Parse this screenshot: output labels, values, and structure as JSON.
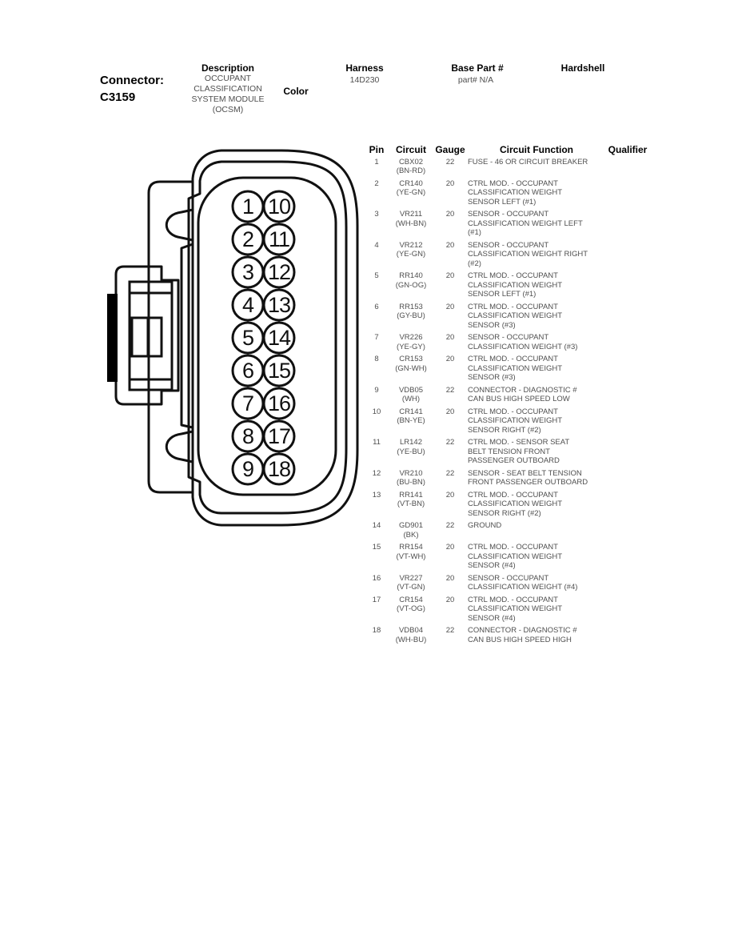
{
  "header": {
    "connector_label": "Connector:",
    "connector_id": "C3159",
    "description_label": "Description",
    "description_value": "OCCUPANT\nCLASSIFICATION\nSYSTEM MODULE\n(OCSM)",
    "color_label": "Color",
    "harness_label": "Harness",
    "harness_value": "14D230",
    "base_part_label": "Base Part #",
    "base_part_value": "part# N/A",
    "hardshell_label": "Hardshell"
  },
  "connector_diagram": {
    "left_column_pins": [
      "1",
      "2",
      "3",
      "4",
      "5",
      "6",
      "7",
      "8",
      "9"
    ],
    "right_column_pins": [
      "10",
      "11",
      "12",
      "13",
      "14",
      "15",
      "16",
      "17",
      "18"
    ],
    "line_color": "#111111",
    "seal_color": "#000000"
  },
  "table": {
    "columns": [
      "Pin",
      "Circuit",
      "Gauge",
      "Circuit Function",
      "Qualifier"
    ],
    "rows": [
      {
        "pin": "1",
        "circuit": "CBX02\n(BN-RD)",
        "gauge": "22",
        "function": "FUSE - 46 OR CIRCUIT BREAKER",
        "qualifier": ""
      },
      {
        "pin": "2",
        "circuit": "CR140\n(YE-GN)",
        "gauge": "20",
        "function": "CTRL MOD. - OCCUPANT\nCLASSIFICATION WEIGHT\nSENSOR LEFT (#1)",
        "qualifier": ""
      },
      {
        "pin": "3",
        "circuit": "VR211\n(WH-BN)",
        "gauge": "20",
        "function": "SENSOR - OCCUPANT\nCLASSIFICATION WEIGHT LEFT\n(#1)",
        "qualifier": ""
      },
      {
        "pin": "4",
        "circuit": "VR212\n(YE-GN)",
        "gauge": "20",
        "function": "SENSOR - OCCUPANT\nCLASSIFICATION WEIGHT RIGHT\n(#2)",
        "qualifier": ""
      },
      {
        "pin": "5",
        "circuit": "RR140\n(GN-OG)",
        "gauge": "20",
        "function": "CTRL MOD. - OCCUPANT\nCLASSIFICATION WEIGHT\nSENSOR LEFT (#1)",
        "qualifier": ""
      },
      {
        "pin": "6",
        "circuit": "RR153\n(GY-BU)",
        "gauge": "20",
        "function": "CTRL MOD. - OCCUPANT\nCLASSIFICATION WEIGHT\nSENSOR (#3)",
        "qualifier": ""
      },
      {
        "pin": "7",
        "circuit": "VR226\n(YE-GY)",
        "gauge": "20",
        "function": "SENSOR - OCCUPANT\nCLASSIFICATION WEIGHT (#3)",
        "qualifier": ""
      },
      {
        "pin": "8",
        "circuit": "CR153\n(GN-WH)",
        "gauge": "20",
        "function": "CTRL MOD. - OCCUPANT\nCLASSIFICATION WEIGHT\nSENSOR (#3)",
        "qualifier": ""
      },
      {
        "pin": "9",
        "circuit": "VDB05\n(WH)",
        "gauge": "22",
        "function": "CONNECTOR - DIAGNOSTIC #\nCAN BUS HIGH SPEED LOW",
        "qualifier": ""
      },
      {
        "pin": "10",
        "circuit": "CR141\n(BN-YE)",
        "gauge": "20",
        "function": "CTRL MOD. - OCCUPANT\nCLASSIFICATION WEIGHT\nSENSOR RIGHT (#2)",
        "qualifier": ""
      },
      {
        "pin": "11",
        "circuit": "LR142\n(YE-BU)",
        "gauge": "22",
        "function": "CTRL MOD. - SENSOR SEAT\nBELT TENSION FRONT\nPASSENGER OUTBOARD",
        "qualifier": ""
      },
      {
        "pin": "12",
        "circuit": "VR210\n(BU-BN)",
        "gauge": "22",
        "function": "SENSOR - SEAT BELT TENSION\nFRONT PASSENGER OUTBOARD",
        "qualifier": ""
      },
      {
        "pin": "13",
        "circuit": "RR141\n(VT-BN)",
        "gauge": "20",
        "function": "CTRL MOD. - OCCUPANT\nCLASSIFICATION WEIGHT\nSENSOR RIGHT (#2)",
        "qualifier": ""
      },
      {
        "pin": "14",
        "circuit": "GD901\n(BK)",
        "gauge": "22",
        "function": "GROUND",
        "qualifier": ""
      },
      {
        "pin": "15",
        "circuit": "RR154\n(VT-WH)",
        "gauge": "20",
        "function": "CTRL MOD. - OCCUPANT\nCLASSIFICATION WEIGHT\nSENSOR (#4)",
        "qualifier": ""
      },
      {
        "pin": "16",
        "circuit": "VR227\n(VT-GN)",
        "gauge": "20",
        "function": "SENSOR - OCCUPANT\nCLASSIFICATION WEIGHT (#4)",
        "qualifier": ""
      },
      {
        "pin": "17",
        "circuit": "CR154\n(VT-OG)",
        "gauge": "20",
        "function": "CTRL MOD. - OCCUPANT\nCLASSIFICATION WEIGHT\nSENSOR (#4)",
        "qualifier": ""
      },
      {
        "pin": "18",
        "circuit": "VDB04\n(WH-BU)",
        "gauge": "22",
        "function": "CONNECTOR - DIAGNOSTIC #\nCAN BUS HIGH SPEED HIGH",
        "qualifier": ""
      }
    ]
  }
}
